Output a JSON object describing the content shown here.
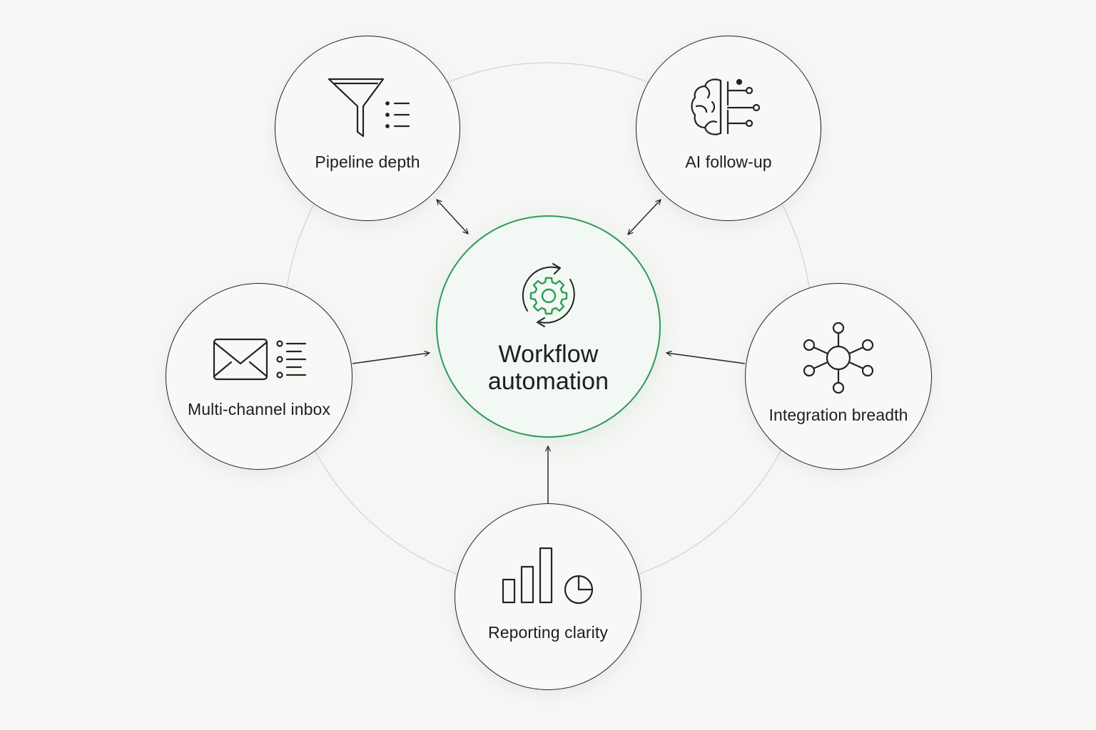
{
  "diagram": {
    "center": {
      "title_line1": "Workflow",
      "title_line2": "automation",
      "icon": "gear-refresh-icon"
    },
    "nodes": [
      {
        "id": "pipeline",
        "label": "Pipeline depth",
        "icon": "funnel-list-icon"
      },
      {
        "id": "ai",
        "label": "AI follow-up",
        "icon": "brain-circuit-icon"
      },
      {
        "id": "inbox",
        "label": "Multi-channel inbox",
        "icon": "envelope-list-icon"
      },
      {
        "id": "integration",
        "label": "Integration breadth",
        "icon": "network-hub-icon"
      },
      {
        "id": "reporting",
        "label": "Reporting clarity",
        "icon": "bar-pie-chart-icon"
      }
    ]
  },
  "colors": {
    "accent": "#2f9a57",
    "stroke": "#232323",
    "ring": "#d8d8d6",
    "background": "#f6f6f4"
  }
}
